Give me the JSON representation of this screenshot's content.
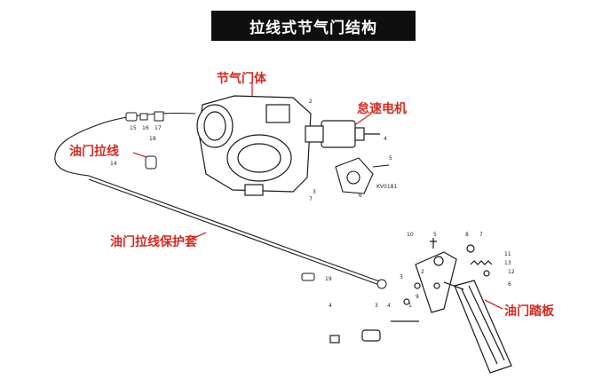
{
  "title": "拉线式节气门结构",
  "callouts": {
    "throttle_body": "节气门体",
    "idle_motor": "怠速电机",
    "throttle_cable": "油门拉线",
    "cable_sheath": "油门拉线保护套",
    "accelerator_pedal": "油门踏板"
  },
  "part_numbers": {
    "p15": "15",
    "p16": "16",
    "p17": "17",
    "p18": "18",
    "p14": "14",
    "p2": "2",
    "p3": "3",
    "p4": "4",
    "p5": "5",
    "p6": "6",
    "p7": "7",
    "p19": "19",
    "p10": "10",
    "p5b": "5",
    "p8": "8",
    "p7b": "7",
    "p11": "11",
    "p12": "12",
    "p13": "13",
    "p6b": "6",
    "p3b": "3",
    "p4b": "4",
    "p2b": "2",
    "p9": "9",
    "p1": "1",
    "p4c": "4"
  },
  "figure_code": "KV0181",
  "colors": {
    "callout": "#d42a22",
    "title_bg": "#0f0f0f",
    "title_text": "#ffffff",
    "line": "#1a1a1a"
  }
}
